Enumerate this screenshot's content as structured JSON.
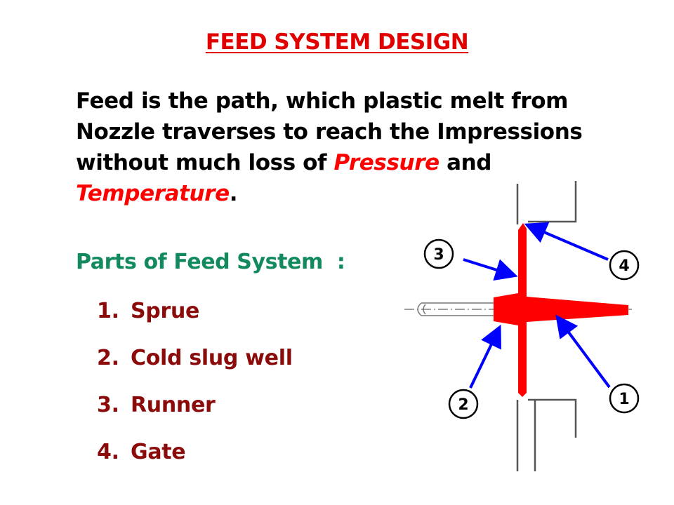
{
  "slide": {
    "title": "FEED SYSTEM DESIGN",
    "intro": {
      "line1": "Feed is the path, which plastic melt from",
      "line2": "Nozzle traverses to reach the Impressions",
      "line3_prefix": "without much loss of ",
      "line3_highlight": "Pressure",
      "line3_suffix": " and",
      "line4_highlight": "Temperature",
      "line4_suffix": "."
    },
    "parts_heading": "Parts of Feed System  :",
    "parts": [
      {
        "number": "1.",
        "label": "Sprue"
      },
      {
        "number": "2.",
        "label": "Cold slug well"
      },
      {
        "number": "3.",
        "label": "Runner"
      },
      {
        "number": "4.",
        "label": "Gate"
      }
    ]
  },
  "diagram": {
    "callouts": [
      "1",
      "2",
      "3",
      "4"
    ],
    "colors": {
      "feed": "#ff0000",
      "arrow": "#0000ff",
      "outline": "#555555"
    }
  }
}
